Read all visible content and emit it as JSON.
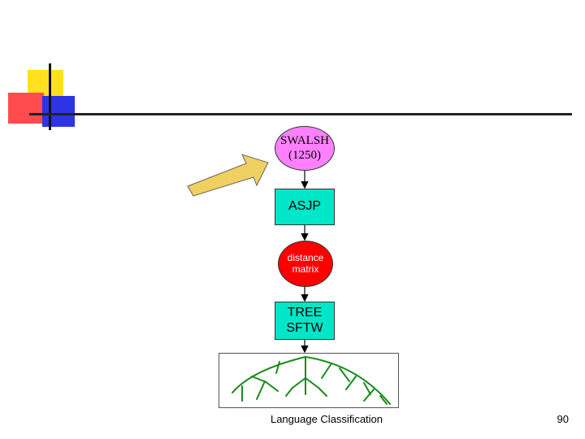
{
  "slide": {
    "footer": "Language Classification",
    "page_number": "90"
  },
  "diagram": {
    "nodes": [
      {
        "id": "swalsh",
        "label": "SWALSH\n(1250)",
        "shape": "ellipse",
        "fill": "#ff80ff"
      },
      {
        "id": "asjp",
        "label": "ASJP",
        "shape": "rectangle",
        "fill": "#00e6c8"
      },
      {
        "id": "distance_matrix",
        "label": "distance\nmatrix",
        "shape": "ellipse",
        "fill": "#ff0000"
      },
      {
        "id": "tree_sftw",
        "label": "TREE\nSFTW",
        "shape": "rectangle",
        "fill": "#00e6c8"
      },
      {
        "id": "tree_output",
        "label": "",
        "shape": "tree-image",
        "fill": "#ffffff"
      }
    ],
    "edges": [
      {
        "from": "swalsh",
        "to": "asjp"
      },
      {
        "from": "asjp",
        "to": "distance_matrix"
      },
      {
        "from": "distance_matrix",
        "to": "tree_sftw"
      },
      {
        "from": "tree_sftw",
        "to": "tree_output"
      }
    ],
    "pointer_arrow": {
      "target": "swalsh",
      "color": "#f0d060"
    },
    "tree_color": "#1a8a1a"
  },
  "decoration": {
    "colors": [
      "#ffe11f",
      "#ff4b4b",
      "#2c34e6"
    ]
  }
}
